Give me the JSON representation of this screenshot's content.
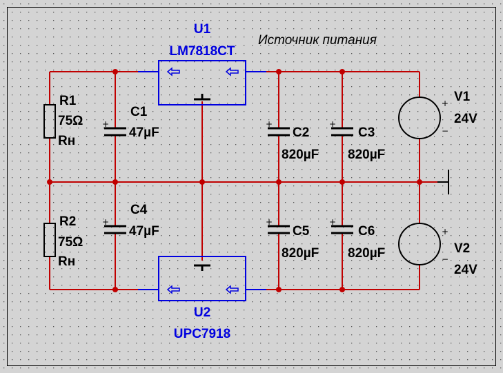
{
  "title": "Источник питания",
  "colors": {
    "background": "#d4d4d4",
    "wire": "#c00000",
    "component": "#000000",
    "regulator": "#0000e0"
  },
  "regulators": [
    {
      "ref": "U1",
      "part": "LM7818CT"
    },
    {
      "ref": "U2",
      "part": "UPC7918"
    }
  ],
  "resistors": [
    {
      "ref": "R1",
      "value": "75Ω",
      "note": "Rн"
    },
    {
      "ref": "R2",
      "value": "75Ω",
      "note": "Rн"
    }
  ],
  "capacitors": [
    {
      "ref": "C1",
      "value": "47µF"
    },
    {
      "ref": "C2",
      "value": "820µF"
    },
    {
      "ref": "C3",
      "value": "820µF"
    },
    {
      "ref": "C4",
      "value": "47µF"
    },
    {
      "ref": "C5",
      "value": "820µF"
    },
    {
      "ref": "C6",
      "value": "820µF"
    }
  ],
  "sources": [
    {
      "ref": "V1",
      "value": "24V"
    },
    {
      "ref": "V2",
      "value": "24V"
    }
  ],
  "polarity": {
    "plus": "+",
    "minus": "−"
  },
  "icons": [
    "ground-icon",
    "arrow-left-icon",
    "junction-dot-icon"
  ]
}
